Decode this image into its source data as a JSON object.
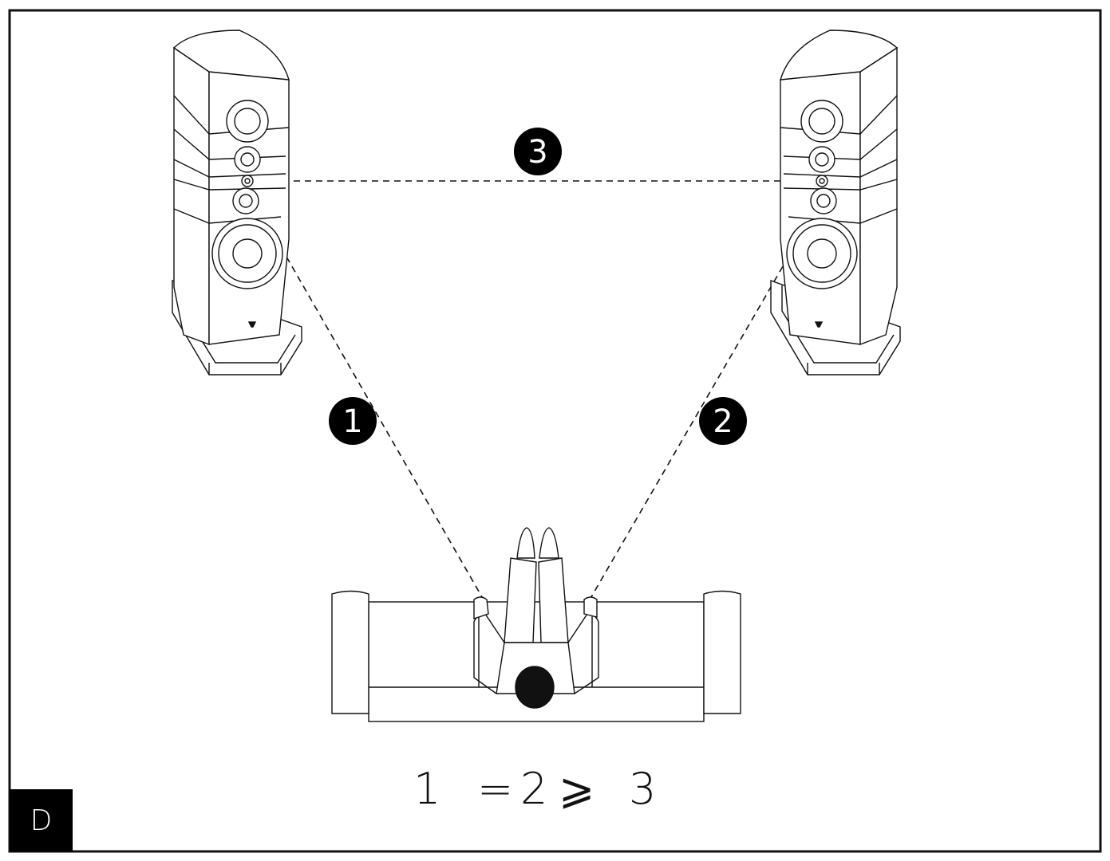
{
  "panel": {
    "label": "D"
  },
  "markers": [
    {
      "id": "1",
      "text": "1"
    },
    {
      "id": "2",
      "text": "2"
    },
    {
      "id": "3",
      "text": "3"
    }
  ],
  "formula": {
    "a": "1",
    "eq": "=",
    "b": "2",
    "geq": "⩾",
    "c": "3"
  },
  "colors": {
    "ink": "#111111",
    "marker_fill": "#000000",
    "marker_text": "#ffffff",
    "background": "#ffffff"
  }
}
